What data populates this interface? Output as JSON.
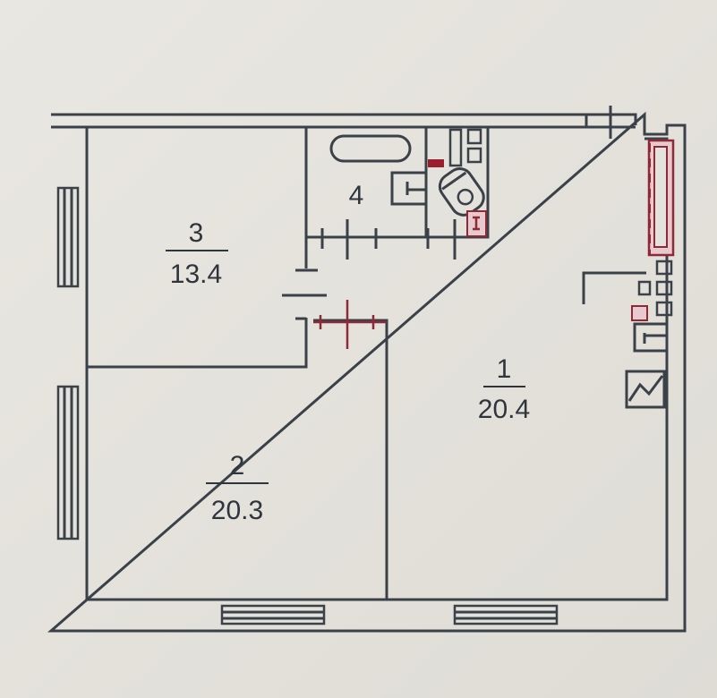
{
  "plan": {
    "rooms": [
      {
        "number": "1",
        "area": "20.4"
      },
      {
        "number": "2",
        "area": "20.3"
      },
      {
        "number": "3",
        "area": "13.4"
      },
      {
        "number": "4"
      }
    ]
  },
  "colors": {
    "paper": "#e4e2dc",
    "line": "#3b4149",
    "accent": "#8e2a38"
  }
}
